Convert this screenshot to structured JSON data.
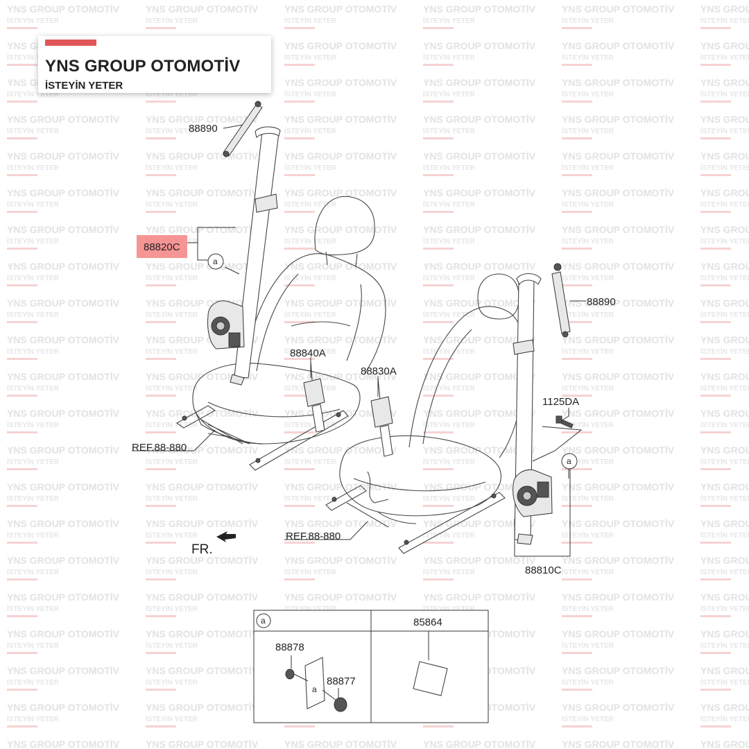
{
  "brand": {
    "name": "YNS GROUP OTOMOTİV",
    "tagline": "İSTEYİN YETER",
    "accent_color": "#e05555",
    "highlight_color": "#f47a7a"
  },
  "watermark": {
    "line1": "YNS GROUP OTOMOTİV",
    "line2": "İSTEYİN YETER"
  },
  "diagram": {
    "labels": {
      "anchor_left": "88890",
      "belt_front_left": "88820C",
      "buckle_left": "88840A",
      "buckle_right": "88830A",
      "anchor_right": "88890",
      "bolt": "1125DA",
      "belt_front_right": "88810C",
      "ref_left": "REF.88-880",
      "ref_right": "REF.88-880",
      "front_direction": "FR."
    },
    "callout_letter": "a",
    "detail_table": {
      "header_left_circle": "a",
      "header_right": "85864",
      "part_a1": "88878",
      "part_a2": "88877"
    }
  }
}
